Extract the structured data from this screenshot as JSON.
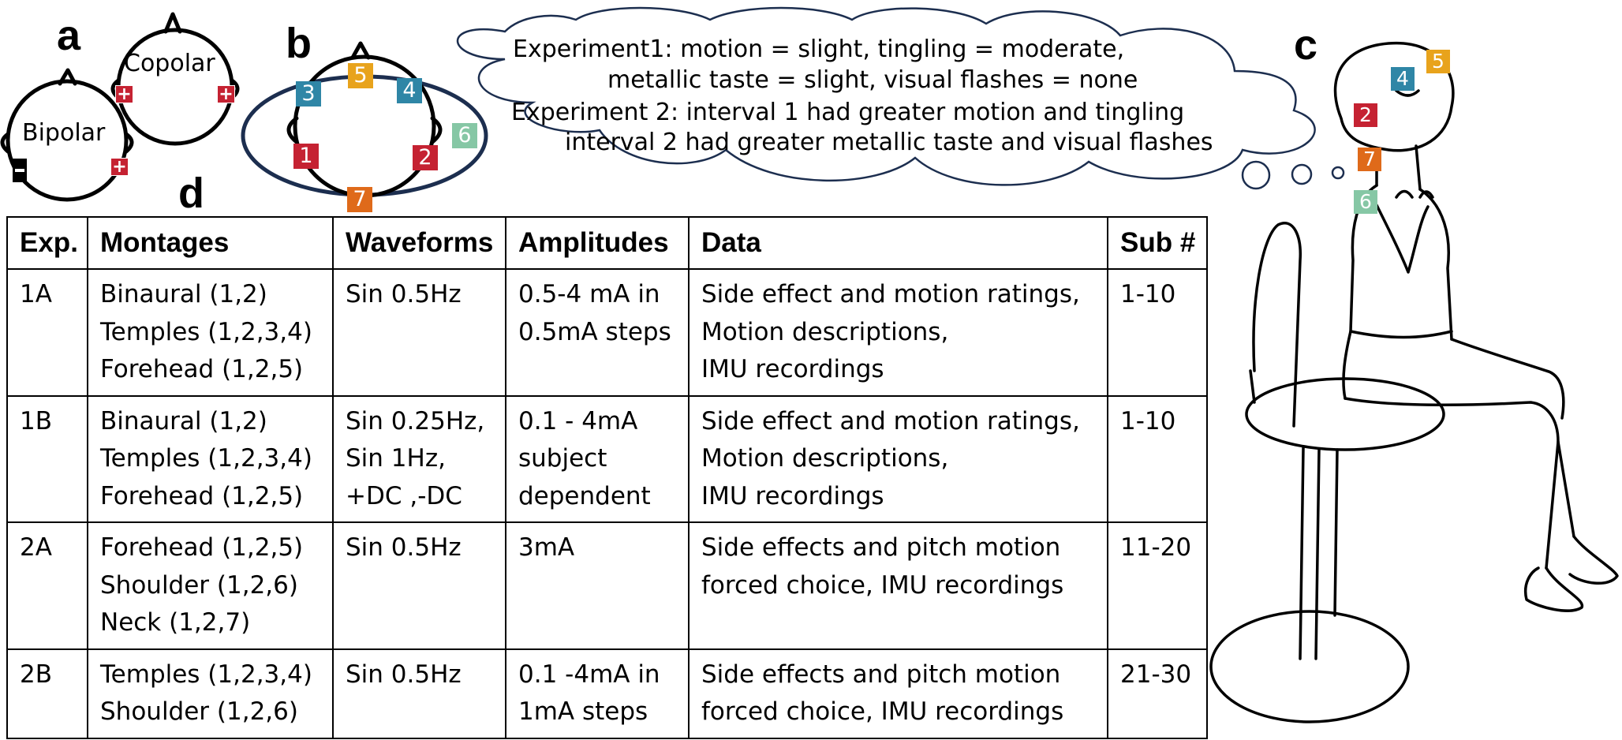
{
  "panel_labels": {
    "a": "a",
    "b": "b",
    "c": "c",
    "d": "d"
  },
  "panel_a": {
    "copolar_label": "Copolar",
    "bipolar_label": "Bipolar",
    "plus_symbol": "+",
    "minus_symbol": "-"
  },
  "electrodes": [
    {
      "id": "1",
      "label": "1",
      "color": "#c52232"
    },
    {
      "id": "2",
      "label": "2",
      "color": "#c52232"
    },
    {
      "id": "3",
      "label": "3",
      "color": "#2f86a6"
    },
    {
      "id": "4",
      "label": "4",
      "color": "#2f86a6"
    },
    {
      "id": "5",
      "label": "5",
      "color": "#e8a31c"
    },
    {
      "id": "6",
      "label": "6",
      "color": "#86c7a5"
    },
    {
      "id": "7",
      "label": "7",
      "color": "#df6a1a"
    }
  ],
  "thought_bubble": {
    "lines": [
      "Experiment1: motion = slight, tingling = moderate,",
      "metallic taste = slight, visual flashes = none",
      "Experiment 2: interval 1 had greater motion and tingling",
      "interval 2 had greater metallic taste and visual flashes"
    ]
  },
  "table": {
    "headers": [
      "Exp.",
      "Montages",
      "Waveforms",
      "Amplitudes",
      "Data",
      "Sub #"
    ],
    "rows": [
      {
        "exp": [
          "1A"
        ],
        "montages": [
          "Binaural (1,2)",
          "Temples (1,2,3,4)",
          "Forehead (1,2,5)"
        ],
        "waveforms": [
          "Sin 0.5Hz"
        ],
        "amplitudes": [
          "0.5-4 mA in",
          "0.5mA steps"
        ],
        "data": [
          "Side effect and motion ratings,",
          "Motion descriptions,",
          "IMU recordings"
        ],
        "sub": [
          "1-10"
        ]
      },
      {
        "exp": [
          "1B"
        ],
        "montages": [
          "Binaural (1,2)",
          "Temples (1,2,3,4)",
          "Forehead (1,2,5)"
        ],
        "waveforms": [
          "Sin 0.25Hz,",
          "Sin 1Hz,",
          "+DC ,-DC"
        ],
        "amplitudes": [
          "0.1 - 4mA",
          "subject",
          "dependent"
        ],
        "data": [
          "Side effect and motion ratings,",
          "Motion descriptions,",
          "IMU recordings"
        ],
        "sub": [
          "1-10"
        ]
      },
      {
        "exp": [
          "2A"
        ],
        "montages": [
          "Forehead (1,2,5)",
          "Shoulder (1,2,6)",
          "Neck (1,2,7)"
        ],
        "waveforms": [
          "Sin 0.5Hz"
        ],
        "amplitudes": [
          "3mA"
        ],
        "data": [
          "Side effects and pitch motion",
          "forced choice, IMU recordings"
        ],
        "sub": [
          "11-20"
        ]
      },
      {
        "exp": [
          "2B"
        ],
        "montages": [
          "Temples (1,2,3,4)",
          "Shoulder (1,2,6)"
        ],
        "waveforms": [
          "Sin 0.5Hz"
        ],
        "amplitudes": [
          "0.1 -4mA in",
          "1mA steps"
        ],
        "data": [
          "Side effects and pitch motion",
          "forced choice, IMU recordings"
        ],
        "sub": [
          "21-30"
        ]
      }
    ]
  }
}
